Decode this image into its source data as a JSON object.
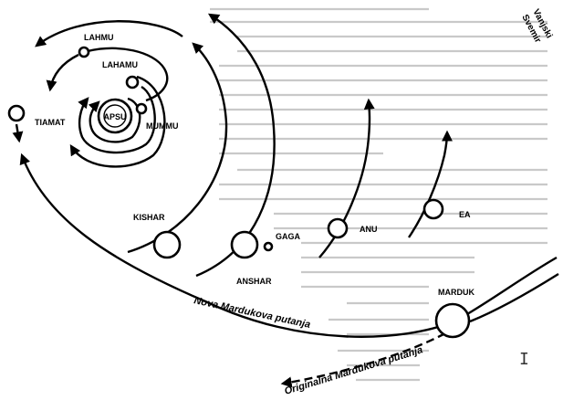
{
  "labels": {
    "outer_space": [
      "Vanjski",
      "Svemir"
    ],
    "apsu": "APSU",
    "mummu": "MUMMU",
    "lahamu": "LAHAMU",
    "lahmu": "LAHMU",
    "tiamat": "TIAMAT",
    "kishar": "KISHAR",
    "gaga": "GAGA",
    "anshar": "ANSHAR",
    "anu": "ANU",
    "ea": "EA",
    "marduk": "MARDUK",
    "new_path": "Nova Mardukova putanja",
    "original_path": "Originalna Mardukova putanja"
  },
  "cursor_glyph": "I"
}
